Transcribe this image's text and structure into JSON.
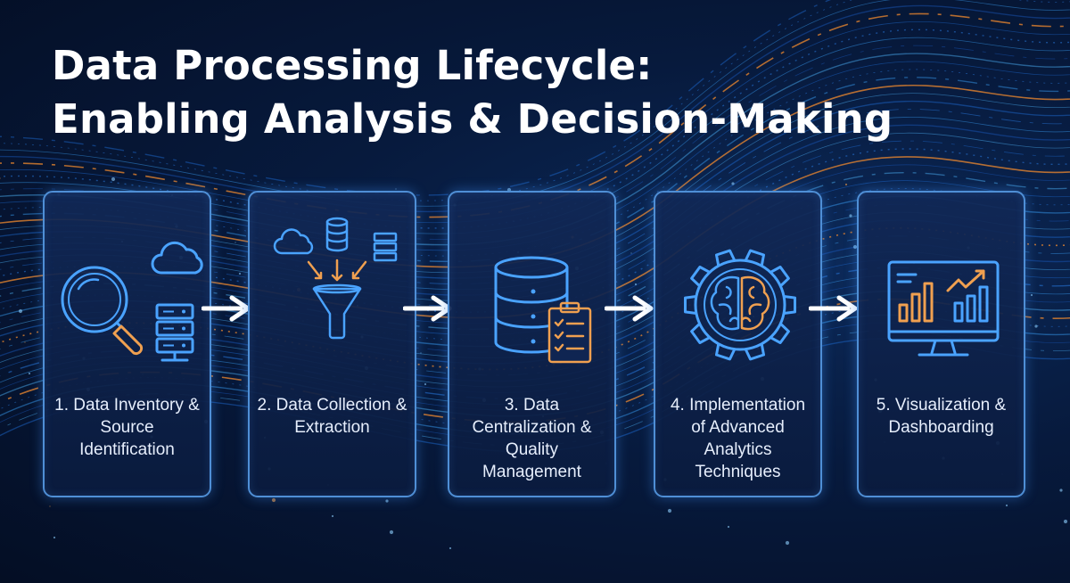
{
  "title": {
    "line1": "Data Processing Lifecycle:",
    "line2": "Enabling Analysis & Decision-Making"
  },
  "steps": [
    {
      "label": "1. Data Inventory & Source Identification",
      "icon": "magnifier-cloud-server-icon"
    },
    {
      "label": "2. Data Collection & Extraction",
      "icon": "funnel-collection-icon"
    },
    {
      "label": "3. Data Centralization & Quality Management",
      "icon": "database-checklist-icon"
    },
    {
      "label": "4. Implementation of Advanced Analytics Techniques",
      "icon": "gear-brain-icon"
    },
    {
      "label": "5. Visualization & Dashboarding",
      "icon": "monitor-chart-icon"
    }
  ],
  "colors": {
    "card_border": "#4f8fd6",
    "icon_blue": "#4aa3ff",
    "icon_orange": "#f0a050",
    "arrow": "#ffffff"
  }
}
